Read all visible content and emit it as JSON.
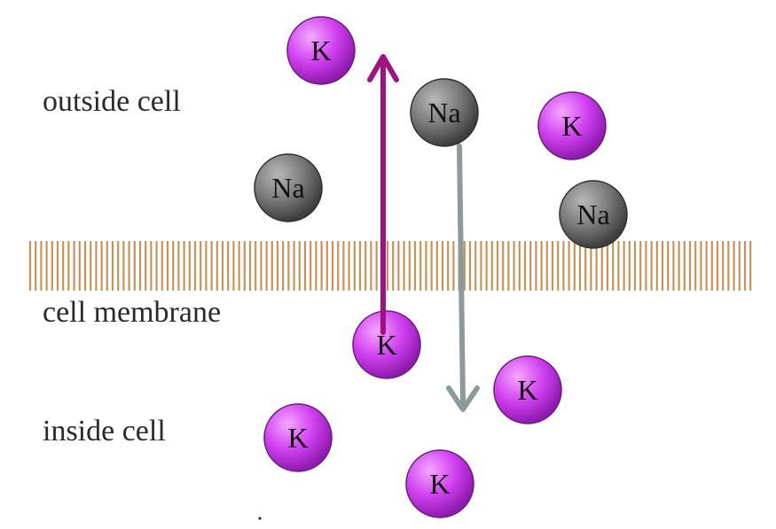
{
  "labels": {
    "outside": "outside cell",
    "membrane": "cell membrane",
    "inside": "inside cell"
  },
  "ions": {
    "potassium": "K",
    "sodium": "Na"
  },
  "colors": {
    "potassium": "#cc33ee",
    "sodium": "#6f6f6f",
    "membrane": "#c8935a",
    "potassium_arrow": "#a0127f",
    "sodium_arrow": "#8b9a9c"
  }
}
